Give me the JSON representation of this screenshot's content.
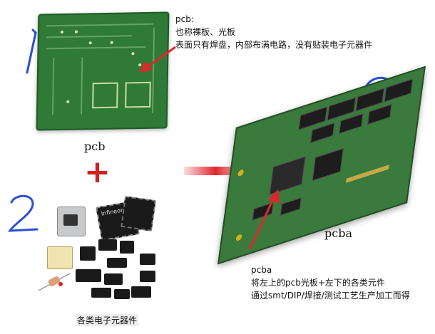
{
  "pcb_note": {
    "title": "pcb:",
    "line1": "也称裸板、光板",
    "line2": "表面只有焊盘，内部布满电路，没有贴装电子元器件"
  },
  "pcb_caption": "pcb",
  "components_caption": "各类电子元器件",
  "pcba_caption": "pcba",
  "pcba_note": {
    "title": "pcba",
    "line1": "将左上的pcb光板+左下的各类元件",
    "line2": "通过smt/DIP/焊接/测试工艺生产加工而得"
  },
  "chip_marking": "Infineon",
  "colors": {
    "annotation_blue": "#2a4fd4",
    "arrow_red": "#e0262b",
    "board_green": "#2f7a36"
  }
}
